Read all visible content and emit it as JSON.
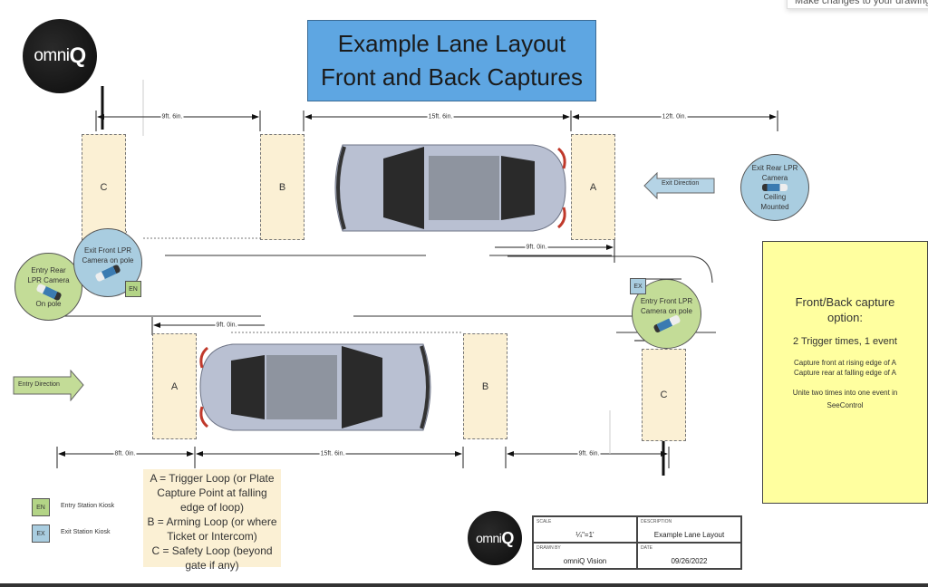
{
  "tooltip": "Make changes to your drawing",
  "logo": {
    "prefix": "omni",
    "suffix": "Q"
  },
  "title": {
    "line1": "Example Lane Layout",
    "line2": "Front and Back Captures"
  },
  "dimensions": {
    "top_left": "9ft. 6in.",
    "top_mid": "15ft. 6in.",
    "top_right": "12ft. 0in.",
    "upper_lane_a_to_b": "9ft. 0in.",
    "lower_lane_a_to_b": "9ft. 0in.",
    "bottom_left": "8ft. 0in.",
    "bottom_mid": "15ft. 6in.",
    "bottom_right": "9ft. 6in."
  },
  "loops": {
    "upper_c": "C",
    "upper_b": "B",
    "upper_a": "A",
    "lower_a": "A",
    "lower_b": "B",
    "lower_c": "C"
  },
  "arrows": {
    "exit": "Exit Direction",
    "entry": "Entry Direction"
  },
  "cameras": {
    "exit_rear": {
      "line1": "Exit Rear LPR",
      "line2": "Camera",
      "line3": "Ceiling",
      "line4": "Mounted"
    },
    "exit_front": {
      "line1": "Exit Front LPR",
      "line2": "Camera on pole"
    },
    "entry_rear": {
      "line1": "Entry Rear",
      "line2": "LPR Camera",
      "line3": "On pole"
    },
    "entry_front": {
      "line1": "Entry Front LPR",
      "line2": "Camera on pole"
    }
  },
  "kiosks": {
    "en": "EN",
    "ex": "EX"
  },
  "key": [
    {
      "code": "EN",
      "label": "Entry Station Kiosk"
    },
    {
      "code": "EX",
      "label": "Exit Station Kiosk"
    }
  ],
  "legend": [
    "A = Trigger Loop (or Plate",
    "Capture Point at falling",
    "edge of loop)",
    "B = Arming Loop (or where",
    "Ticket or Intercom)",
    "C = Safety Loop (beyond",
    "gate if any)"
  ],
  "notes": {
    "heading1": "Front/Back capture",
    "heading2": "option:",
    "subheading": "2 Trigger times, 1 event",
    "line1": "Capture front at rising edge of A",
    "line2": "Capture rear at falling edge of A",
    "line3": "Unite two times into one event in",
    "line4": "SeeControl"
  },
  "title_block": {
    "scale_caption": "SCALE",
    "scale_value": "¼\"=1'",
    "description_caption": "DESCRIPTION",
    "description_value": "Example Lane Layout",
    "drawn_by_caption": "DRAWN BY",
    "drawn_by_value": "omniQ Vision",
    "date_caption": "DATE",
    "date_value": "09/26/2022"
  }
}
